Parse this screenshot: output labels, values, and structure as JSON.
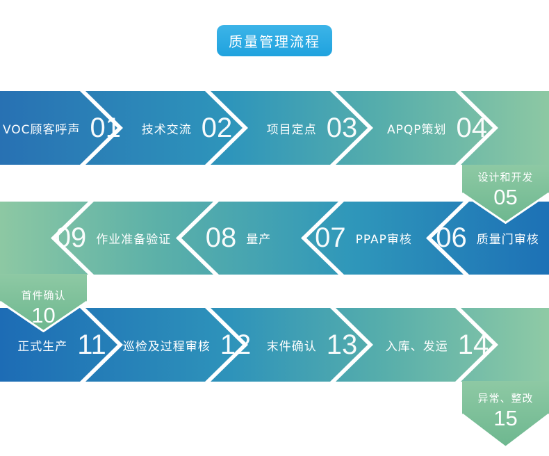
{
  "title": {
    "label": "质量管理流程"
  },
  "flow": {
    "rows": [
      {
        "name": "row-1",
        "direction": "left-to-right",
        "steps": [
          {
            "num": "01",
            "label": "VOC顾客呼声"
          },
          {
            "num": "02",
            "label": "技术交流"
          },
          {
            "num": "03",
            "label": "项目定点"
          },
          {
            "num": "04",
            "label": "APQP策划"
          }
        ]
      },
      {
        "name": "row-2",
        "direction": "right-to-left",
        "steps": [
          {
            "num": "09",
            "label": "作业准备验证"
          },
          {
            "num": "08",
            "label": "量产"
          },
          {
            "num": "07",
            "label": "PPAP审核"
          },
          {
            "num": "06",
            "label": "质量门审核"
          }
        ]
      },
      {
        "name": "row-3",
        "direction": "left-to-right",
        "steps": [
          {
            "num": "11",
            "label": "正式生产"
          },
          {
            "num": "12",
            "label": "巡检及过程审核"
          },
          {
            "num": "13",
            "label": "末件确认"
          },
          {
            "num": "14",
            "label": "入库、发运"
          }
        ]
      }
    ],
    "connectors": [
      {
        "num": "05",
        "label": "设计和开发",
        "side": "right"
      },
      {
        "num": "10",
        "label": "首件确认",
        "side": "left"
      },
      {
        "num": "15",
        "label": "异常、整改",
        "side": "right"
      }
    ]
  },
  "colors": {
    "badge_bg": "#2BA9E1",
    "text": "#FFFFFF",
    "separator": "#FFFFFF",
    "row1_gradient": [
      "#2871B3",
      "#2E95BB",
      "#57AEAB",
      "#8DC8A3"
    ],
    "row2_gradient": [
      "#8DC8A3",
      "#5DB1A8",
      "#2F97BA",
      "#1D71B6"
    ],
    "row3_gradient": [
      "#1D6CB5",
      "#2E93BA",
      "#57AEAB",
      "#8FCAA5"
    ],
    "connector_gradient": [
      "#8EC9A4",
      "#6DB78F"
    ]
  }
}
